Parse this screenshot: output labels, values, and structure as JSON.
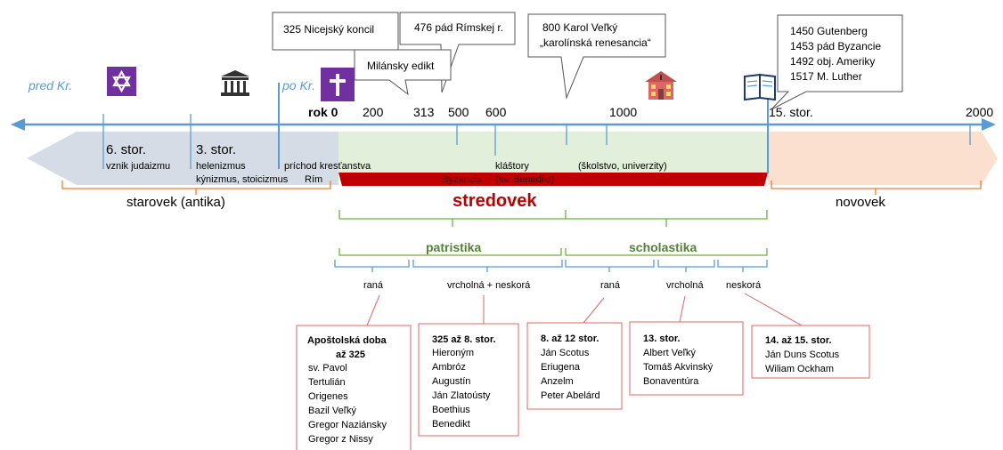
{
  "era_labels": {
    "pred": "pred Kr.",
    "po": "po Kr."
  },
  "axis": {
    "rok0": "rok 0",
    "ticks": [
      "200",
      "313",
      "500",
      "600",
      "1000",
      "15. stor.",
      "2000"
    ]
  },
  "callouts": {
    "nicejsky": "325 Nicejský koncil",
    "rim": "476 pád Rímskej r.",
    "milansky": "Milánsky edikt",
    "karol": [
      "800 Karol Veľký",
      "„karolínská renesancia“"
    ],
    "modern": [
      "1450 Gutenberg",
      "1453 pád Byzancie",
      "1492 obj. Ameriky",
      "1517 M. Luther"
    ]
  },
  "band": {
    "stor6": "6. stor.",
    "judaizmu": "vznik judaizmu",
    "stor3": "3. stor.",
    "helenizmus": "helenizmus",
    "kynizmus": "kýnizmus, stoicizmus",
    "rim": "Rím",
    "prichod": "príchod kresťanstva",
    "byzancia": "Byzancia",
    "klastory": "kláštory",
    "benedikt": "(sv. Benedikt)",
    "skolstvo": "(školstvo, univerzity)"
  },
  "epochs": {
    "starovek": "starovek (antika)",
    "stredovek": "stredovek",
    "novovek": "novovek"
  },
  "schools": {
    "patristika": "patristika",
    "scholastika": "scholastika"
  },
  "phases": {
    "rana1": "raná",
    "vrcholna_neskora": "vrcholná + neskorá",
    "rana2": "raná",
    "vrcholna": "vrcholná",
    "neskora": "neskorá"
  },
  "boxes": {
    "b1": {
      "title": "Apoštolská doba",
      "title2": "až 325",
      "names": [
        "sv. Pavol",
        "Tertulián",
        "Origenes",
        "Bazil Veľký",
        "Gregor Naziánsky",
        "Gregor z Nissy"
      ]
    },
    "b2": {
      "title": "325 až 8. stor.",
      "names": [
        "Hieroným",
        "Ambróz",
        "Augustín",
        "Ján Zlatoústy",
        "Boethius",
        "Benedikt"
      ]
    },
    "b3": {
      "title": "8. až 12 stor.",
      "names": [
        "Ján Scotus",
        "Eriugena",
        "Anzelm",
        "Peter Abelárd"
      ]
    },
    "b4": {
      "title": "13. stor.",
      "names": [
        "Albert Veľký",
        "Tomáš Akvinský",
        "Bonaventúra"
      ]
    },
    "b5": {
      "title": "14. až 15. stor.",
      "names": [
        "Ján Duns Scotus",
        "Wiliam Ockham"
      ]
    }
  },
  "colors": {
    "axis": "#5b9bd5",
    "ancient_band": "#d6dce5",
    "medieval_band": "#e2efda",
    "modern_band": "#fbe0d0",
    "byzantium": "#c00000",
    "brace_orange": "#ed7d31",
    "brace_green": "#70ad47",
    "school_green": "#548235",
    "brace_blue": "#5b9bd5",
    "box_red": "#e06666",
    "icon_purple": "#7030a0"
  }
}
